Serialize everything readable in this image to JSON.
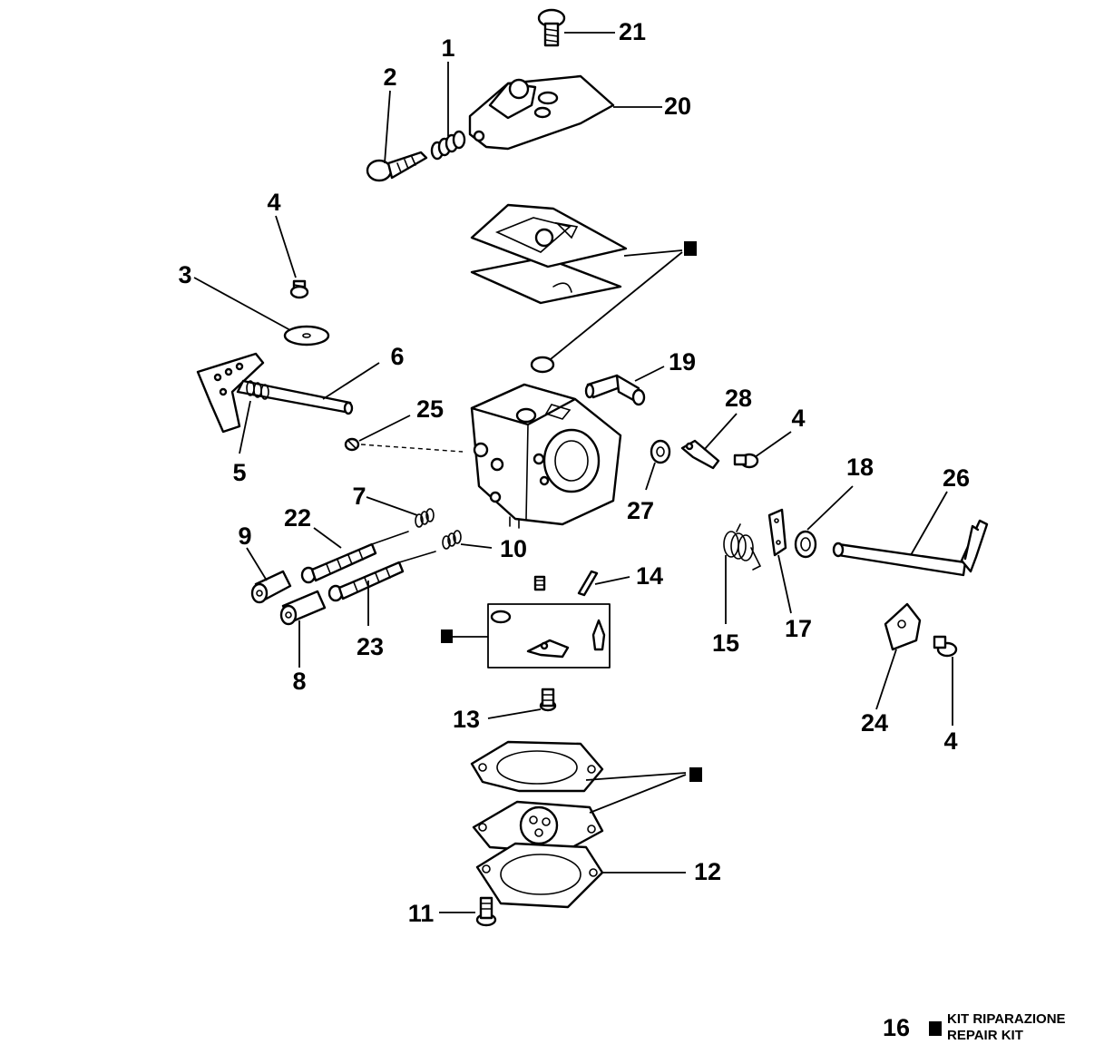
{
  "callouts": {
    "c1": "1",
    "c2": "2",
    "c3": "3",
    "c4a": "4",
    "c4b": "4",
    "c4c": "4",
    "c5": "5",
    "c6": "6",
    "c7": "7",
    "c8": "8",
    "c9": "9",
    "c10": "10",
    "c11": "11",
    "c12": "12",
    "c13": "13",
    "c14": "14",
    "c15": "15",
    "c17": "17",
    "c18": "18",
    "c19": "19",
    "c20": "20",
    "c21": "21",
    "c22": "22",
    "c23": "23",
    "c24": "24",
    "c25": "25",
    "c26": "26",
    "c27": "27",
    "c28": "28"
  },
  "legend": {
    "number": "16",
    "line1": "KIT RIPARAZIONE",
    "line2": "REPAIR KIT"
  }
}
